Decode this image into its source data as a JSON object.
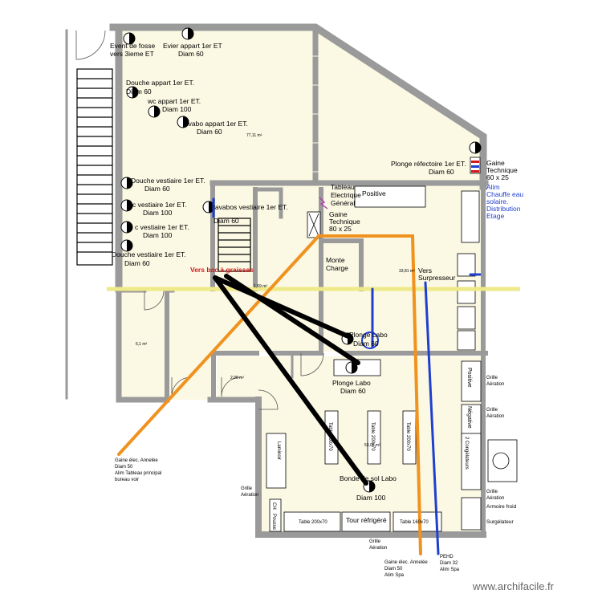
{
  "labels": {
    "event_fosse_1": "Event de fosse",
    "event_fosse_2": "vers 3ieme ET",
    "evier_1": "Evier appart 1er ET",
    "evier_2": "Diam 60",
    "douche_app_1": "Douche appart 1er ET.",
    "douche_app_2": "Diam 60",
    "wc_app_1": "wc appart 1er ET.",
    "wc_app_2": "Diam 100",
    "lavabo_app_1": "lavabo appart 1er ET.",
    "lavabo_app_2": "Diam 60",
    "area_main": "77,11 m²",
    "douche_vest_1": "Douche vestiaire 1er ET.",
    "douche_vest_2": "Diam 60",
    "wc_vest_1": "c vestiaire 1er ET.",
    "wc_vest_2": "Diam 100",
    "wc_vest2_1": "c vestiaire 1er ET.",
    "wc_vest2_2": "Diam 100",
    "douche_vest2_1": "Douche vestiaire 1er ET.",
    "douche_vest2_2": "Diam 60",
    "lavabos_vest_1": "lavabos vestiaire 1er ET.",
    "lavabos_vest_2": "Diam 60",
    "tableau_1": "Tableau",
    "tableau_2": "Electrique",
    "tableau_3": "Général",
    "gaine_tech_1": "Gaine",
    "gaine_tech_2": "Technique",
    "gaine_tech_3": "80 x 25",
    "positive_top": "Positive",
    "plonge_ref_1": "Plonge réfectoire  1er ET.",
    "plonge_ref_2": "Diam 60",
    "gaine_tech_r1": "Gaine",
    "gaine_tech_r2": "Technique",
    "gaine_tech_r3": "60 x 25",
    "alim_1": "Alim",
    "alim_2": "Chauffe eau",
    "alim_3": "solaire.",
    "alim_4": "Distribution",
    "alim_5": "Etage",
    "monte_1": "Monte",
    "monte_2": "Charge",
    "vers_bac": "Vers bac à graisses",
    "area_right": "33,81 m²",
    "vers_surp_1": "Vers",
    "vers_surp_2": "Surpresseur",
    "area_small": "1,59 m²",
    "area_left": "6,1 m²",
    "plonge_labo_a1": "Plonge Labo",
    "plonge_labo_a2": "Diam 60",
    "plonge_labo_b1": "Plonge Labo",
    "plonge_labo_b2": "Diam 60",
    "area_wc": "2,08 m²",
    "area_labo": "53,06 m²",
    "table_v1": "Table 200x70",
    "table_v2": "Table 200x70",
    "table_v3": "Table 200x70",
    "lamoir": "Laminoir",
    "bonde_1": "Bonde de sol Labo",
    "bonde_2": "Diam 100",
    "positive_r": "Positive",
    "negative_r": "Négative",
    "congel": "2 Congélateurs",
    "grille_1": "Grille",
    "grille_1b": "Aération",
    "grille_2": "Grille",
    "grille_2b": "Aération",
    "grille_3": "Grille",
    "grille_3b": "Aération",
    "grille_4": "Grille",
    "grille_4b": "Aération",
    "grille_5": "Grille",
    "grille_5b": "Aération",
    "armoire": "Armoire froid",
    "surgel": "Surgélateur",
    "table_b1": "Table 200x70",
    "tour": "Tour réfrigéré",
    "table_b2": "Table 160x70",
    "ch": "CH",
    "pousse": "Pousse",
    "gaine_elec_l1": "Gaine élec. Annelée",
    "gaine_elec_l2": "Diam 50",
    "gaine_elec_l3": "Alim Tableau principal",
    "gaine_elec_l4": "bureau voir",
    "gaine_elec_b1": "Gaine élec. Annelée",
    "gaine_elec_b2": "Diam 50",
    "gaine_elec_b3": "Alim Spa",
    "pehd_1": "PEHD",
    "pehd_2": "Diam 32",
    "pehd_3": "Alim Spa",
    "watermark": "www.archifacile.fr"
  },
  "colors": {
    "floor": "#fbf8e3",
    "wall": "#9a9a9a",
    "orange": "#f0921e",
    "blue": "#1f3fcf",
    "black": "#000000",
    "yellow": "#eeea8a",
    "red": "#d21a1a"
  }
}
